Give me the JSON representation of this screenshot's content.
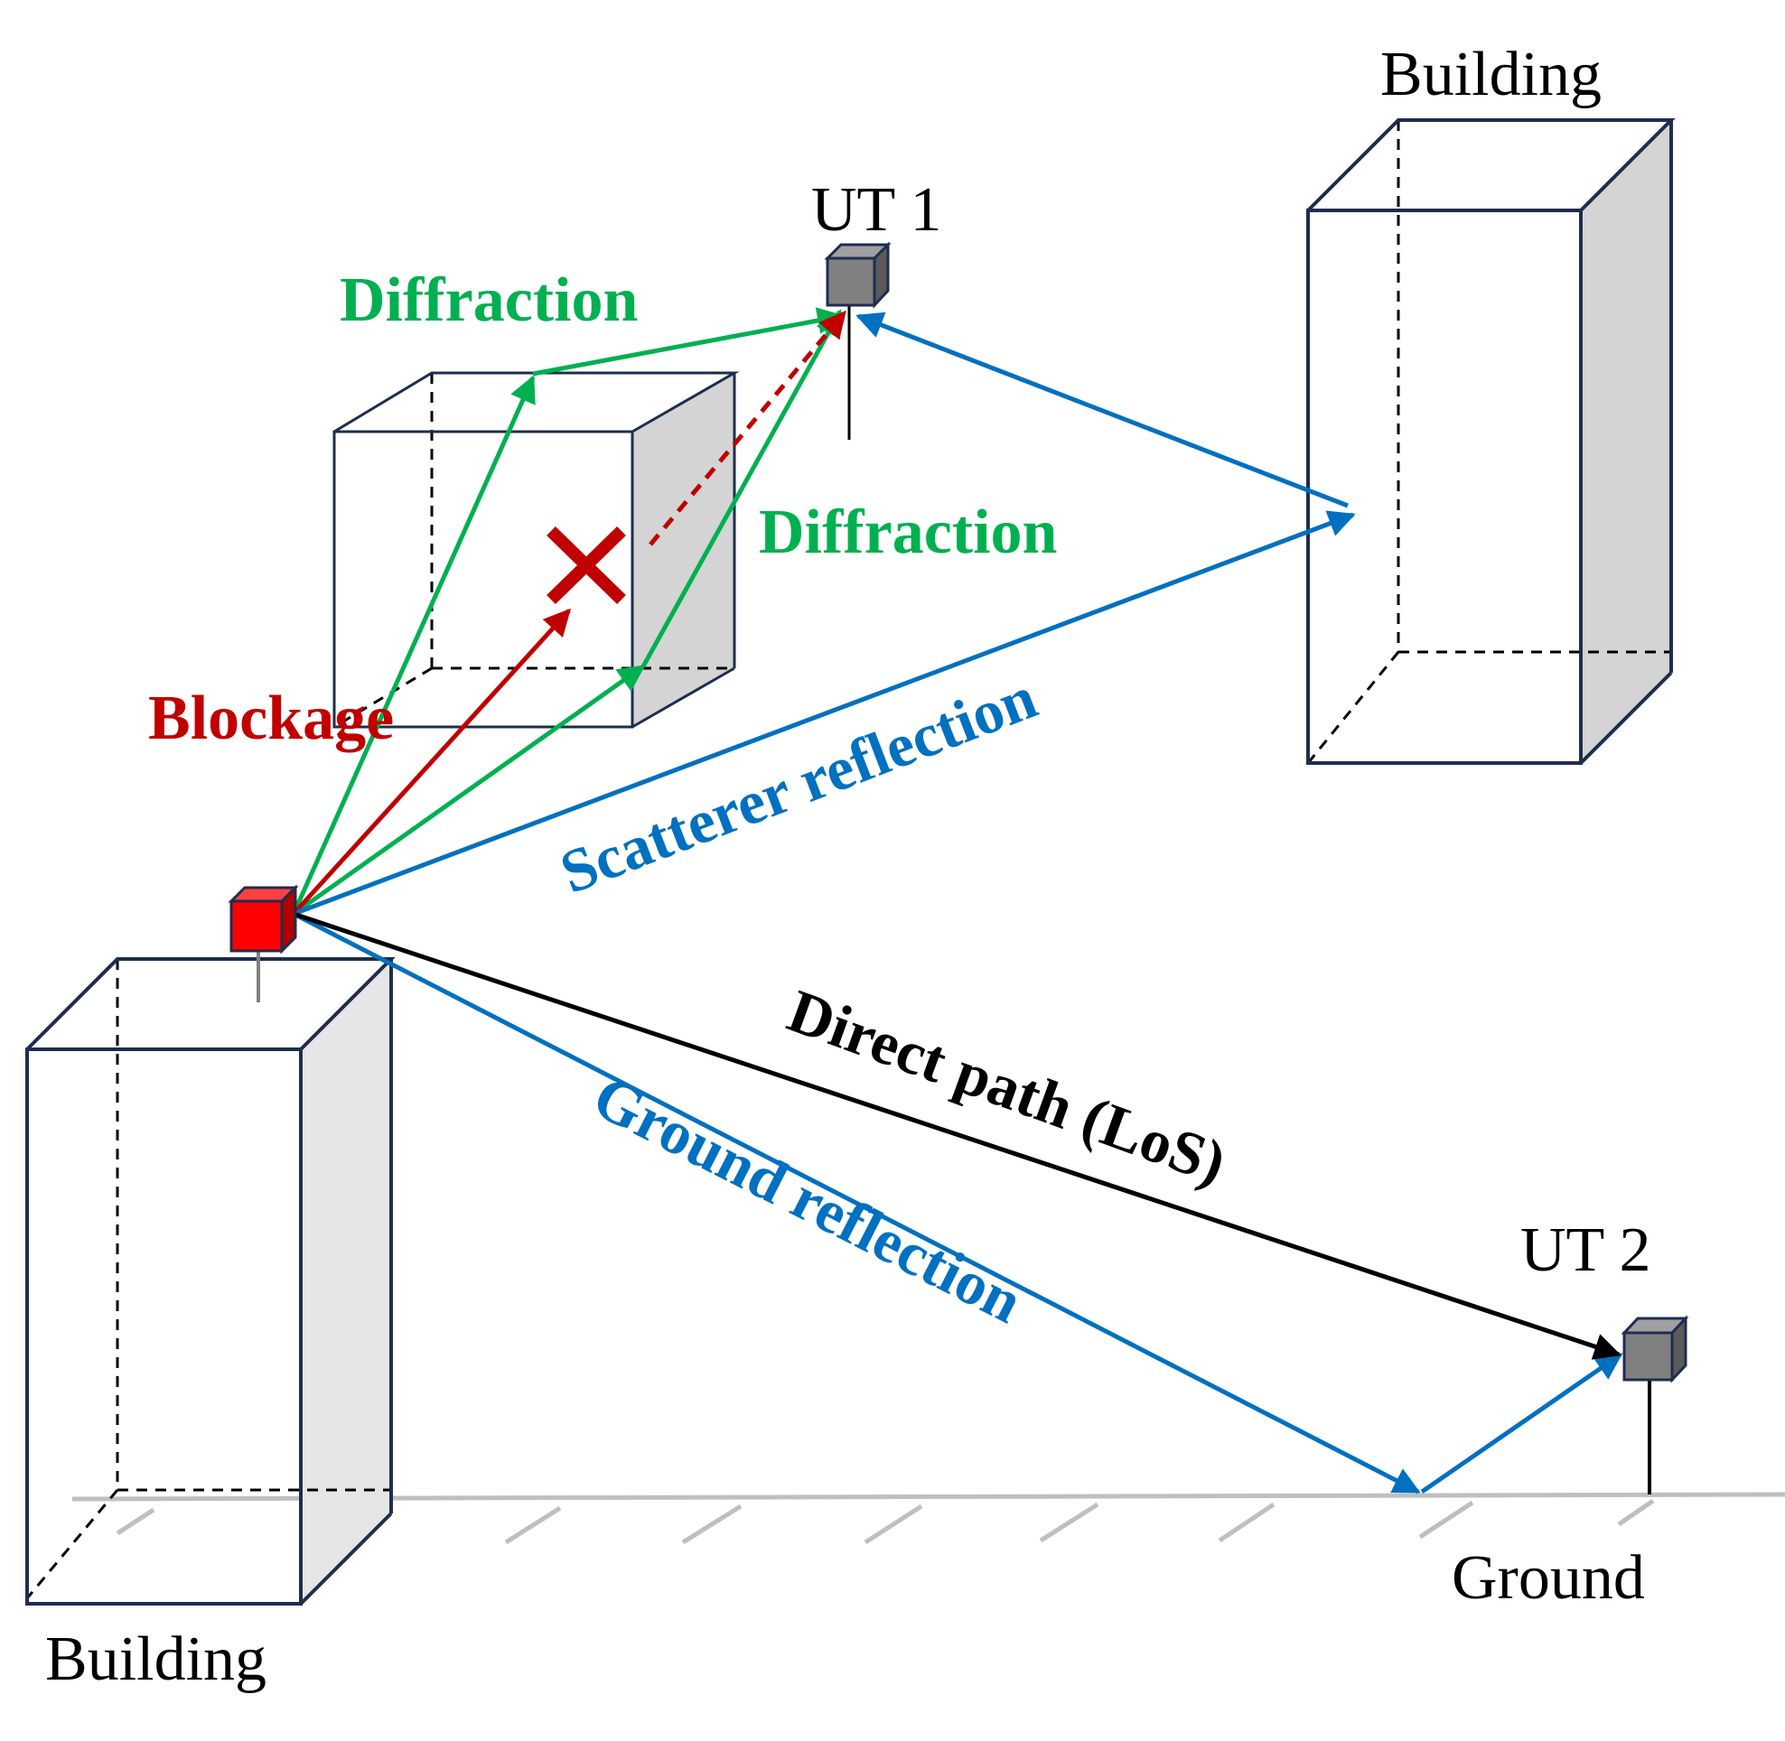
{
  "labels": {
    "building_left": "Building",
    "building_right": "Building",
    "ut1": "UT 1",
    "ut2": "UT 2",
    "ground": "Ground",
    "diffraction_top": "Diffraction",
    "diffraction_right": "Diffraction",
    "blockage": "Blockage",
    "scatterer_reflection": "Scatterer reflection",
    "direct_path": "Direct path (LoS)",
    "ground_reflection": "Ground reflection"
  },
  "colors": {
    "diffraction": "#00b050",
    "blockage": "#c00000",
    "reflection": "#0070c0",
    "direct": "#000000",
    "outline": "#1f2d4e",
    "shade": "#d4d4d4",
    "transmitter": "#ff0000",
    "receiver": "#808080",
    "ground": "#bfbfbf"
  },
  "icons": [
    "transmitter-cube",
    "ut1-cube",
    "ut2-cube",
    "blocked-x-icon"
  ]
}
